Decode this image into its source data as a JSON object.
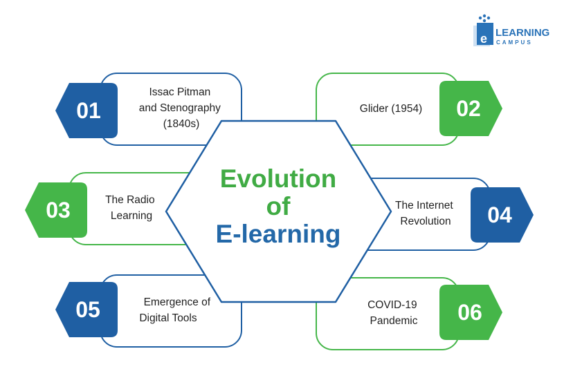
{
  "logo": {
    "main": "LEARNING",
    "sub": "CAMPUS",
    "letter": "e"
  },
  "title": {
    "line1": "Evolution",
    "line2": "of",
    "line3": "E-learning"
  },
  "colors": {
    "blue": "#1f5fa3",
    "green": "#45b649",
    "title_blue": "#2368a8",
    "title_green": "#40ab44"
  },
  "items": [
    {
      "number": "01",
      "color": "blue",
      "lines": [
        "Issac Pitman",
        "and Stenography",
        "(1840s)"
      ]
    },
    {
      "number": "02",
      "color": "green",
      "lines": [
        "Glider (1954)"
      ]
    },
    {
      "number": "03",
      "color": "green",
      "lines": [
        "The Radio",
        "Learning"
      ]
    },
    {
      "number": "04",
      "color": "blue",
      "lines": [
        "The Internet",
        "Revolution"
      ]
    },
    {
      "number": "05",
      "color": "blue",
      "lines": [
        "Emergence of",
        "Digital Tools"
      ]
    },
    {
      "number": "06",
      "color": "green",
      "lines": [
        "COVID-19",
        "Pandemic"
      ]
    }
  ]
}
